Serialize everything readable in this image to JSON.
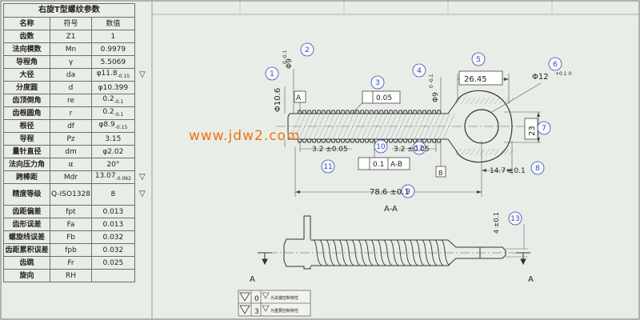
{
  "table": {
    "title": "右旋T型螺纹参数",
    "headers": [
      "名称",
      "符号",
      "数值"
    ],
    "rows": [
      {
        "name": "齿数",
        "symbol": "Z1",
        "value": "1",
        "tol": "",
        "mark": ""
      },
      {
        "name": "法向模数",
        "symbol": "Mn",
        "value": "0.9979",
        "tol": "",
        "mark": ""
      },
      {
        "name": "导程角",
        "symbol": "γ",
        "value": "5.5069",
        "tol": "",
        "mark": ""
      },
      {
        "name": "大径",
        "symbol": "da",
        "value": "φ11.8",
        "tol": "-0.15",
        "mark": "▽"
      },
      {
        "name": "分度圆",
        "symbol": "d",
        "value": "φ10.399",
        "tol": "",
        "mark": ""
      },
      {
        "name": "齿顶倒角",
        "symbol": "re",
        "value": "0.2",
        "tol": "-0.1",
        "mark": ""
      },
      {
        "name": "齿根圆角",
        "symbol": "r",
        "value": "0.2",
        "tol": "-0.1",
        "mark": ""
      },
      {
        "name": "根径",
        "symbol": "df",
        "value": "φ8.9",
        "tol": "-0.15",
        "mark": ""
      },
      {
        "name": "导程",
        "symbol": "Pz",
        "value": "3.15",
        "tol": "",
        "mark": ""
      },
      {
        "name": "量针直径",
        "symbol": "dm",
        "value": "φ2.02",
        "tol": "",
        "mark": ""
      },
      {
        "name": "法向压力角",
        "symbol": "α",
        "value": "20°",
        "tol": "",
        "mark": ""
      },
      {
        "name": "跨棒距",
        "symbol": "Mdr",
        "value": "13.07",
        "tol": "-0.062",
        "mark": "▽"
      },
      {
        "name": "精度等级",
        "symbol": "Q-ISO1328",
        "value": "8",
        "tol": "",
        "mark": "▽"
      },
      {
        "name": "齿距偏差",
        "symbol": "fpt",
        "value": "0.013",
        "tol": "",
        "mark": ""
      },
      {
        "name": "齿形误差",
        "symbol": "Fa",
        "value": "0.013",
        "tol": "",
        "mark": ""
      },
      {
        "name": "螺旋线误差",
        "symbol": "Fb",
        "value": "0.032",
        "tol": "",
        "mark": ""
      },
      {
        "name": "齿距累积误差",
        "symbol": "fpb",
        "value": "0.032",
        "tol": "",
        "mark": ""
      },
      {
        "name": "齿跳",
        "symbol": "Fr",
        "value": "0.025",
        "tol": "",
        "mark": ""
      },
      {
        "name": "旋向",
        "symbol": "RH",
        "value": "",
        "tol": "",
        "mark": ""
      }
    ]
  },
  "drawing": {
    "section_label": "A-A",
    "datum_a": "A",
    "datum_b": "B",
    "watermark": "www.jdw2.com",
    "callouts": [
      "1",
      "2",
      "3",
      "4",
      "5",
      "6",
      "7",
      "8",
      "9",
      "10",
      "11",
      "12",
      "13"
    ],
    "dims": {
      "d1": "Φ10.6",
      "d1_tol": "0 -0.1",
      "d2": "Φ9",
      "d2_tol": "0 -0.1",
      "box3": "0.05",
      "d4": "Φ9",
      "d4_tol": "0 -0.1",
      "d5": "26.45",
      "d6": "Φ12",
      "d6_tol": "+0.1 0",
      "d7": "23",
      "d8": "14.7 ±0.1",
      "d9": "78.6 ±0.1",
      "d10": "3.2 ±0.05",
      "d11": "3.2 ±0.05",
      "fcf_value": "0.1",
      "fcf_datum": "A-B",
      "d13": "4 ±0.1"
    },
    "legend": [
      {
        "count": "0",
        "text": "为关键控制特性"
      },
      {
        "count": "3",
        "text": "为重要控制特性"
      }
    ]
  }
}
